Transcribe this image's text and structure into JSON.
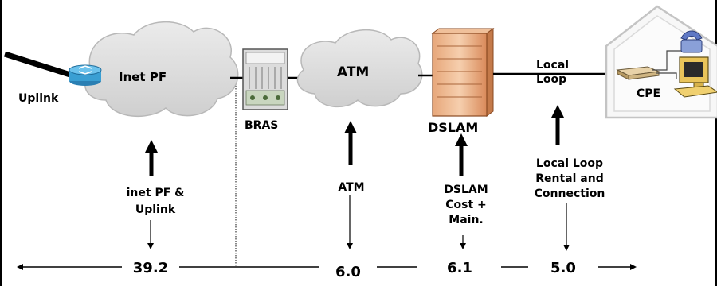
{
  "nodes": {
    "uplink": "Uplink",
    "inet_pf": "Inet PF",
    "bras": "BRAS",
    "atm_cloud": "ATM",
    "dslam": "DSLAM",
    "local_loop_line1": "Local",
    "local_loop_line2": "Loop",
    "cpe": "CPE"
  },
  "cost_labels": {
    "inet_line1": "inet PF &",
    "inet_line2": "Uplink",
    "atm": "ATM",
    "dslam_line1": "DSLAM",
    "dslam_line2": "Cost +",
    "dslam_line3": "Main.",
    "loop_line1": "Local Loop",
    "loop_line2": "Rental and",
    "loop_line3": "Connection"
  },
  "cost_values": {
    "inet": "39.2",
    "atm": "6.0",
    "dslam": "6.1",
    "loop": "5.0"
  }
}
